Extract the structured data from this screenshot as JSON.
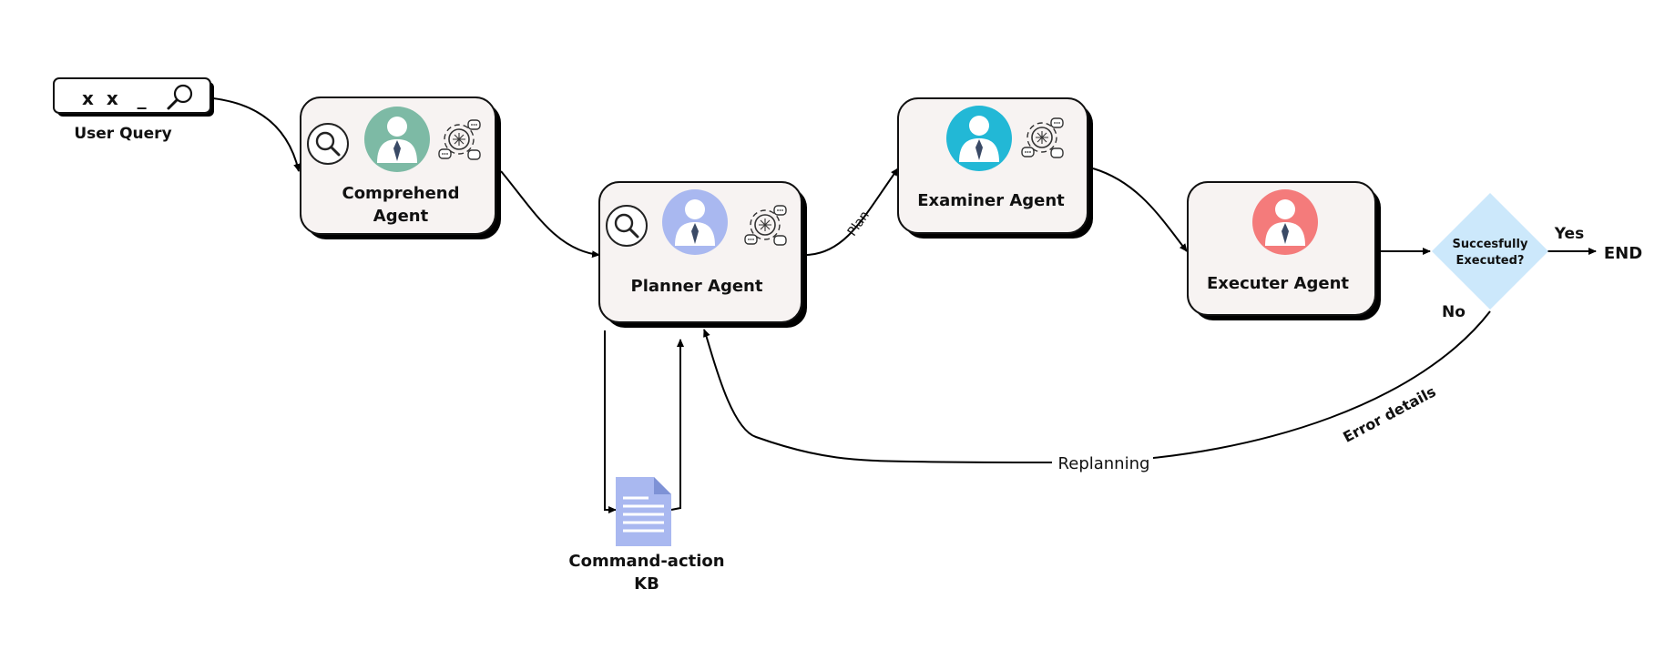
{
  "query_box": {
    "text": "x  x   _",
    "label": "User Query"
  },
  "agents": {
    "comprehend": {
      "line1": "Comprehend",
      "line2": "Agent",
      "avatar_color": "#7dbaa5"
    },
    "planner": {
      "label": "Planner Agent",
      "avatar_color": "#a9b8f0"
    },
    "examiner": {
      "label": "Examiner Agent",
      "avatar_color": "#22b8d6"
    },
    "executer": {
      "label": "Executer Agent",
      "avatar_color": "#f47b7b"
    }
  },
  "kb": {
    "line1": "Command-action",
    "line2": "KB",
    "color": "#a9b8f0"
  },
  "decision": {
    "line1": "Succesfully",
    "line2": "Executed?",
    "color": "#cce8fb"
  },
  "edges": {
    "plan": "Plan",
    "yes": "Yes",
    "no": "No",
    "replanning": "Replanning",
    "error_details": "Error details"
  },
  "end": {
    "label": "END",
    "color": "#f25c5c"
  },
  "colors": {
    "box_fill": "#f7f3f2",
    "box_shadow": "#000000"
  }
}
